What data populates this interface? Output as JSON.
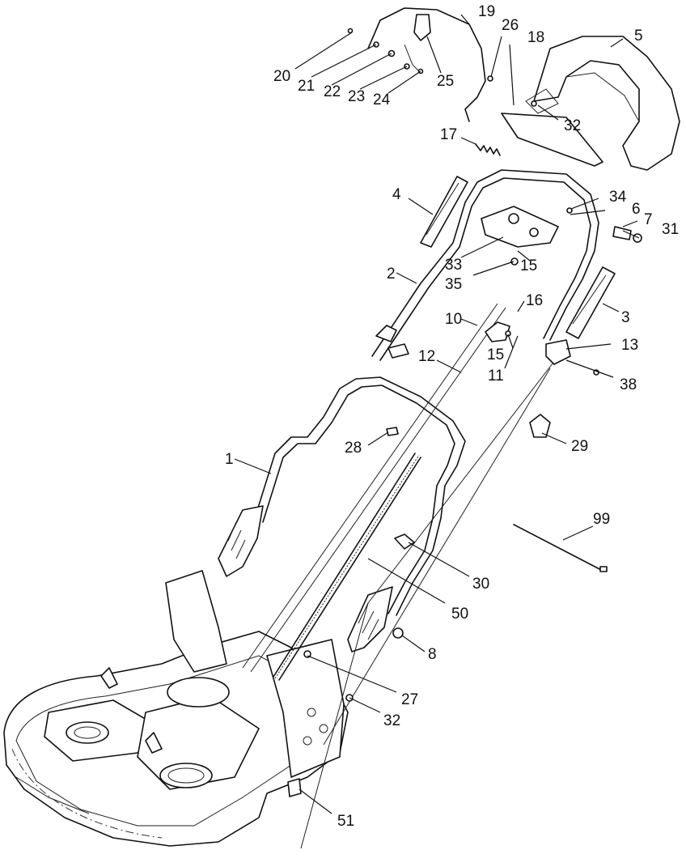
{
  "callouts": [
    {
      "id": "c1",
      "label": "1"
    },
    {
      "id": "c2",
      "label": "2"
    },
    {
      "id": "c3",
      "label": "3"
    },
    {
      "id": "c4",
      "label": "4"
    },
    {
      "id": "c5",
      "label": "5"
    },
    {
      "id": "c6",
      "label": "6"
    },
    {
      "id": "c7",
      "label": "7"
    },
    {
      "id": "c8",
      "label": "8"
    },
    {
      "id": "c10",
      "label": "10"
    },
    {
      "id": "c11",
      "label": "11"
    },
    {
      "id": "c12",
      "label": "12"
    },
    {
      "id": "c13",
      "label": "13"
    },
    {
      "id": "c15a",
      "label": "15"
    },
    {
      "id": "c15b",
      "label": "15"
    },
    {
      "id": "c16",
      "label": "16"
    },
    {
      "id": "c17",
      "label": "17"
    },
    {
      "id": "c18",
      "label": "18"
    },
    {
      "id": "c19",
      "label": "19"
    },
    {
      "id": "c20",
      "label": "20"
    },
    {
      "id": "c21",
      "label": "21"
    },
    {
      "id": "c22",
      "label": "22"
    },
    {
      "id": "c23",
      "label": "23"
    },
    {
      "id": "c24",
      "label": "24"
    },
    {
      "id": "c25",
      "label": "25"
    },
    {
      "id": "c26",
      "label": "26"
    },
    {
      "id": "c27",
      "label": "27"
    },
    {
      "id": "c28",
      "label": "28"
    },
    {
      "id": "c29",
      "label": "29"
    },
    {
      "id": "c30",
      "label": "30"
    },
    {
      "id": "c31",
      "label": "31"
    },
    {
      "id": "c32a",
      "label": "32"
    },
    {
      "id": "c32b",
      "label": "32"
    },
    {
      "id": "c33",
      "label": "33"
    },
    {
      "id": "c34",
      "label": "34"
    },
    {
      "id": "c35",
      "label": "35"
    },
    {
      "id": "c38",
      "label": "38"
    },
    {
      "id": "c50",
      "label": "50"
    },
    {
      "id": "c51",
      "label": "51"
    },
    {
      "id": "c99",
      "label": "99"
    }
  ]
}
